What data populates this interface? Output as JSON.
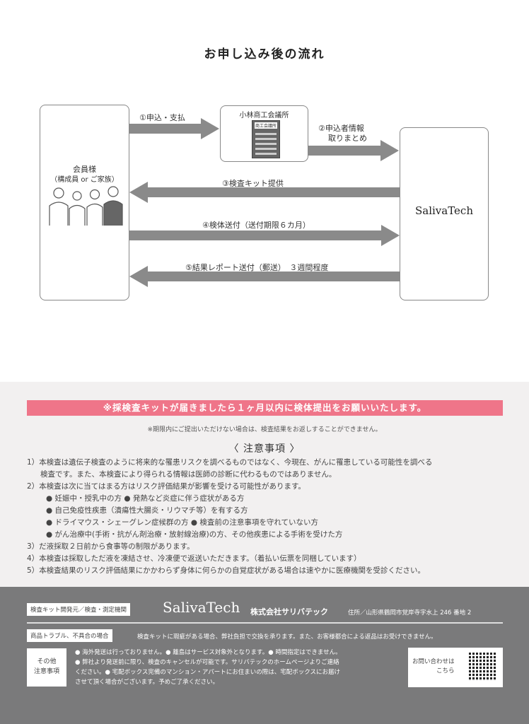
{
  "title": "お申し込み後の流れ",
  "flow": {
    "member_label": "会員様",
    "member_sub": "（構成員 or ご家族）",
    "chamber_label": "小林商工会議所",
    "chamber_sign": "商工会議所",
    "company_logo": "SalivaTech",
    "steps": [
      "①申込・支払",
      "②申込者情報",
      "取りまとめ",
      "③検査キット提供",
      "④検体送付（送付期限６カ月）",
      "⑤結果レポート送付（郵送）　３週間程度"
    ]
  },
  "banner": "※採検査キットが届きましたら１ヶ月以内に検体提出をお願いいたします。",
  "banner_note": "※期限内にご提出いただけない場合は、検査結果をお返しすることができません。",
  "notes_title": "〈 注意事項 〉",
  "notes": [
    "1）本検査は遺伝子検査のように将来的な罹患リスクを調べるものではなく、今現在、がんに罹患している可能性を調べる",
    "検査です。また、本検査により得られる情報は医師の診断に代わるものではありません。",
    "2）本検査は次に当てはまる方はリスク評価結果が影響を受ける可能性があります。",
    "● 妊娠中・授乳中の方 ● 発熱など炎症に伴う症状がある方",
    "● 自己免疫性疾患（潰瘍性大腸炎・リウマチ等）を有する方",
    "● ドライマウス・シェーグレン症候群の方 ● 検査前の注意事項を守れていない方",
    "● がん治療中(手術・抗がん剤治療・放射線治療)の方、その他疾患による手術を受けた方",
    "3）だ液採取２日前から食事等の制限があります。",
    "4）本検査は採取しただ液を凍結させ、冷凍便で返送いただきます。（着払い伝票を同梱しています）",
    "5）本検査結果のリスク評価結果にかかわらず身体に何らかの自覚症状がある場合は速やかに医療機関を受診ください。"
  ],
  "footer": {
    "dev_tag": "検査キット開発元／検査・測定機関",
    "logo": "SalivaTech",
    "company": "株式会社サリバテック",
    "address": "住所／山形県鶴岡市覚岸寺字水上 246 番地 2",
    "trouble_tag": "商品トラブル、不具合の場合",
    "trouble_text": "検査キットに瑕疵がある場合、弊社負担で交換を承ります。また、お客様都合による返品はお受けできません。",
    "other_tag_1": "その他",
    "other_tag_2": "注意事項",
    "other_lines": [
      "● 海外発送は行っておりません。● 離島はサービス対象外となります。● 時間指定はできません。",
      "● 弊社より発送前に限り、検査のキャンセルが可能です。サリバテックのホームページよりご連絡",
      "ください。● 宅配ボックス完備のマンション・アパートにお住まいの際は、宅配ボックスにお届け",
      "させて頂く場合がございます。予めご了承ください。"
    ],
    "contact_1": "お問い合わせは",
    "contact_2": "こちら"
  }
}
